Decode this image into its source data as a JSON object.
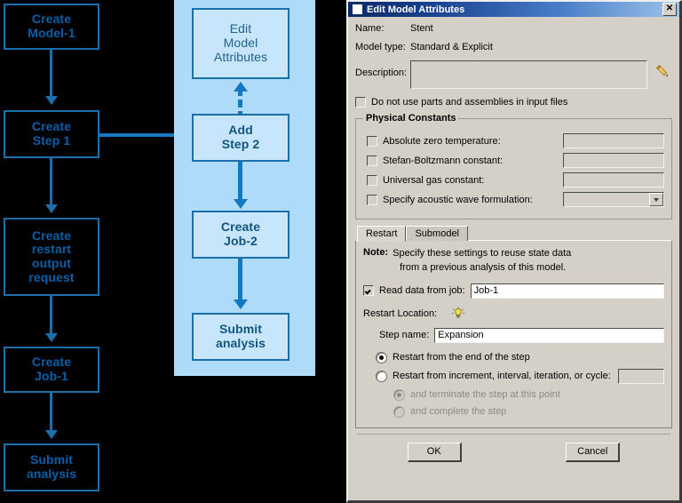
{
  "flowchart": {
    "left_column": [
      {
        "lines": [
          "Create",
          "Model-1"
        ]
      },
      {
        "lines": [
          "Create",
          "Step 1"
        ]
      },
      {
        "lines": [
          "Create",
          "restart",
          "output",
          "request"
        ]
      },
      {
        "lines": [
          "Create",
          "Job-1"
        ]
      },
      {
        "lines": [
          "Submit",
          "analysis"
        ]
      }
    ],
    "right_column": [
      {
        "lines": [
          "Edit",
          "Model",
          "Attributes"
        ]
      },
      {
        "lines": [
          "Add",
          "Step 2"
        ]
      },
      {
        "lines": [
          "Create",
          "Job-2"
        ]
      },
      {
        "lines": [
          "Submit",
          "analysis"
        ]
      }
    ],
    "colors": {
      "panel_background": "#aedbfa",
      "box_fill": "#c7e6fb",
      "box_border": "#1b6faa",
      "arrow": "#1378bf",
      "left_text": "#0b5ea8"
    }
  },
  "dialog": {
    "title": "Edit Model Attributes",
    "close_label": "✕",
    "name_label": "Name:",
    "name_value": "Stent",
    "model_type_label": "Model type:",
    "model_type_value": "Standard & Explicit",
    "description_label": "Description:",
    "description_value": "",
    "no_parts_checkbox_label": "Do not use parts and assemblies in input files",
    "no_parts_checked": false,
    "physical_constants": {
      "legend": "Physical Constants",
      "rows": [
        {
          "label": "Absolute zero temperature:",
          "value": "",
          "checked": false,
          "type": "text"
        },
        {
          "label": "Stefan-Boltzmann constant:",
          "value": "",
          "checked": false,
          "type": "text"
        },
        {
          "label": "Universal gas constant:",
          "value": "",
          "checked": false,
          "type": "text"
        },
        {
          "label": "Specify acoustic wave formulation:",
          "value": "",
          "checked": false,
          "type": "combo"
        }
      ]
    },
    "tabs": [
      {
        "label": "Restart",
        "active": true
      },
      {
        "label": "Submodel",
        "active": false
      }
    ],
    "restart": {
      "note_label": "Note:",
      "note_line1": "Specify these settings to reuse state data",
      "note_line2": "from a previous analysis of this model.",
      "read_data_label": "Read data from job:",
      "read_data_checked": true,
      "read_data_value": "Job-1",
      "restart_location_label": "Restart Location:",
      "bulb_icon": "lightbulb-icon",
      "step_name_label": "Step name:",
      "step_name_value": "Expansion",
      "radio_end_of_step": "Restart from the end of the step",
      "radio_end_selected": true,
      "radio_increment": "Restart from increment, interval, iteration, or cycle:",
      "radio_increment_selected": false,
      "increment_value": "",
      "radio_terminate": "and terminate the step at this point",
      "radio_terminate_selected": true,
      "radio_terminate_disabled": true,
      "radio_complete": "and complete the step",
      "radio_complete_selected": false,
      "radio_complete_disabled": true
    },
    "buttons": {
      "ok": "OK",
      "cancel": "Cancel"
    }
  }
}
